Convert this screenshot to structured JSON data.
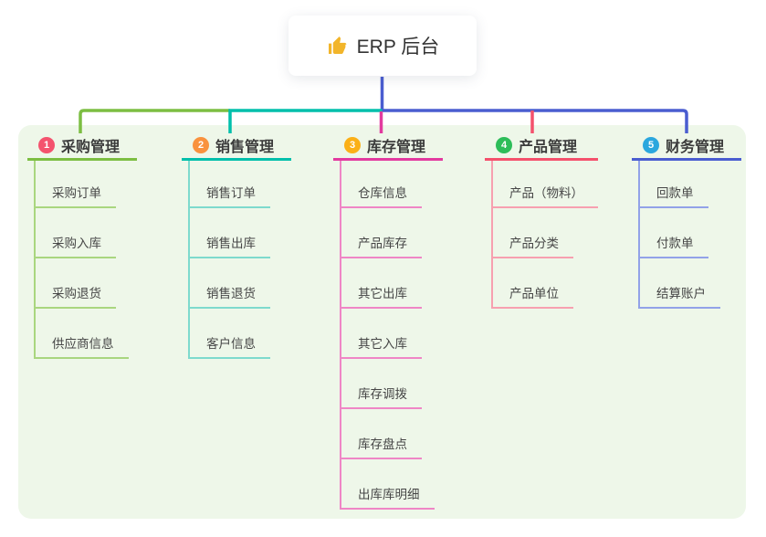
{
  "root": {
    "label": "ERP 后台",
    "icon": "thumbs-up-icon"
  },
  "colors": {
    "panel_bg": "#eef7e9",
    "card_bg": "#ffffff",
    "trunk_line": "#4a5dd0",
    "title_text": "#3b3b3b",
    "item_text": "#464646",
    "thumb_icon": "#f2b52a"
  },
  "branches": [
    {
      "index": "1",
      "label": "采购管理",
      "badge_color": "#f4536e",
      "line_color": "#7cbe42",
      "light_color": "#a9d67f",
      "items": [
        "采购订单",
        "采购入库",
        "采购退货",
        "供应商信息"
      ]
    },
    {
      "index": "2",
      "label": "销售管理",
      "badge_color": "#f9923e",
      "line_color": "#00bfab",
      "light_color": "#7edacd",
      "items": [
        "销售订单",
        "销售出库",
        "销售退货",
        "客户信息"
      ]
    },
    {
      "index": "3",
      "label": "库存管理",
      "badge_color": "#fbb017",
      "line_color": "#e23a9f",
      "light_color": "#ef86c6",
      "items": [
        "仓库信息",
        "产品库存",
        "其它出库",
        "其它入库",
        "库存调拨",
        "库存盘点",
        "出库库明细"
      ]
    },
    {
      "index": "4",
      "label": "产品管理",
      "badge_color": "#2dbd59",
      "line_color": "#f4516c",
      "light_color": "#f7a0b0",
      "items": [
        "产品（物料）",
        "产品分类",
        "产品单位"
      ]
    },
    {
      "index": "5",
      "label": "财务管理",
      "badge_color": "#2ba7de",
      "line_color": "#4a5dd0",
      "light_color": "#92a2e8",
      "items": [
        "回款单",
        "付款单",
        "结算账户"
      ]
    }
  ]
}
